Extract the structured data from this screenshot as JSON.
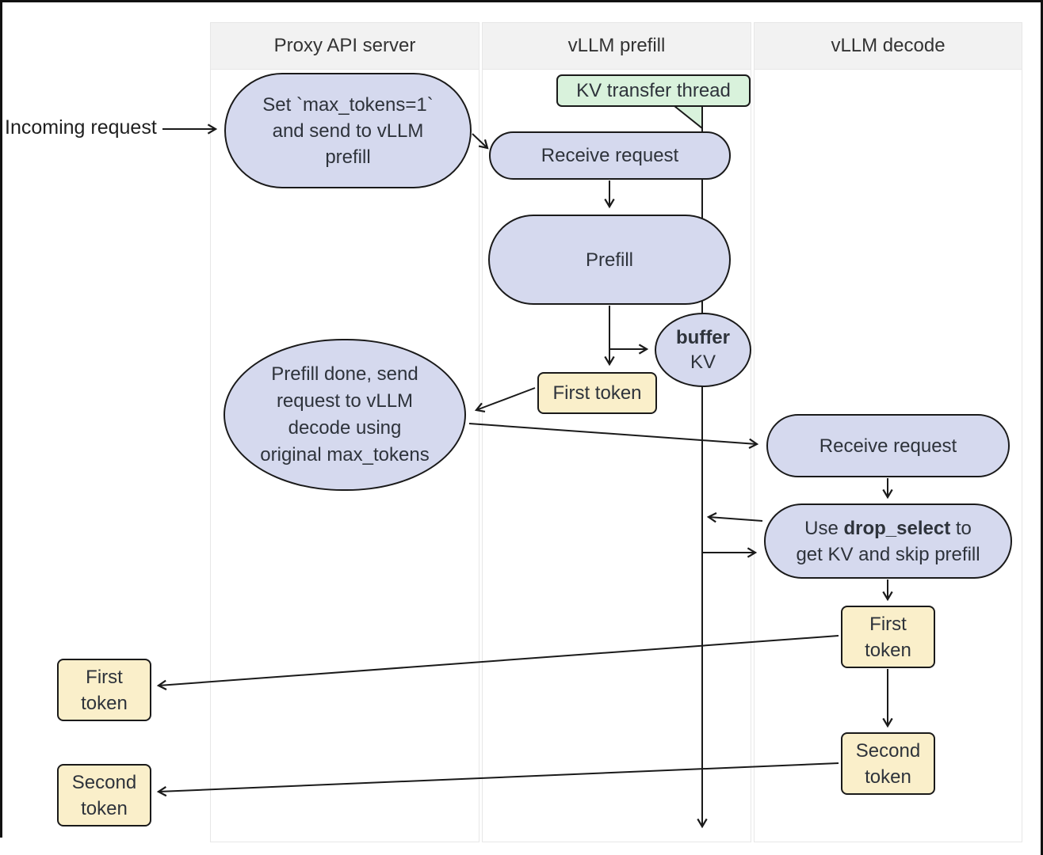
{
  "columns": [
    {
      "label": "Proxy API server"
    },
    {
      "label": "vLLM prefill"
    },
    {
      "label": "vLLM decode"
    }
  ],
  "labels": {
    "incoming_request": "Incoming request"
  },
  "nodes": {
    "set_max_tokens": {
      "text": "Set `max_tokens=1`\nand send to vLLM\nprefill"
    },
    "kv_transfer_thread": {
      "text": "KV transfer thread"
    },
    "receive_request_prefill": {
      "text": "Receive request"
    },
    "prefill": {
      "text": "Prefill"
    },
    "buffer_kv": {
      "bold": "buffer",
      "rest": "KV"
    },
    "first_token_prefill": {
      "text": "First token"
    },
    "prefill_done": {
      "text": "Prefill done, send\nrequest to vLLM\ndecode using\noriginal max_tokens"
    },
    "receive_request_decode": {
      "text": "Receive request"
    },
    "drop_select": {
      "pre": "Use ",
      "bold": "drop_select",
      "post": " to",
      "line2": "get KV and skip prefill"
    },
    "first_token_decode": {
      "text": "First\ntoken"
    },
    "second_token_decode": {
      "text": "Second\ntoken"
    },
    "first_token_client": {
      "text": "First\ntoken"
    },
    "second_token_client": {
      "text": "Second\ntoken"
    }
  },
  "colors": {
    "node_fill": "#d5d9ee",
    "node_border": "#1a1a1a",
    "token_fill": "#faefca",
    "thread_fill": "#d9f2dc",
    "header_bg": "#f2f2f2",
    "column_border": "#e7e7e7",
    "arrow": "#1a1a1a",
    "text": "#2e333b"
  }
}
